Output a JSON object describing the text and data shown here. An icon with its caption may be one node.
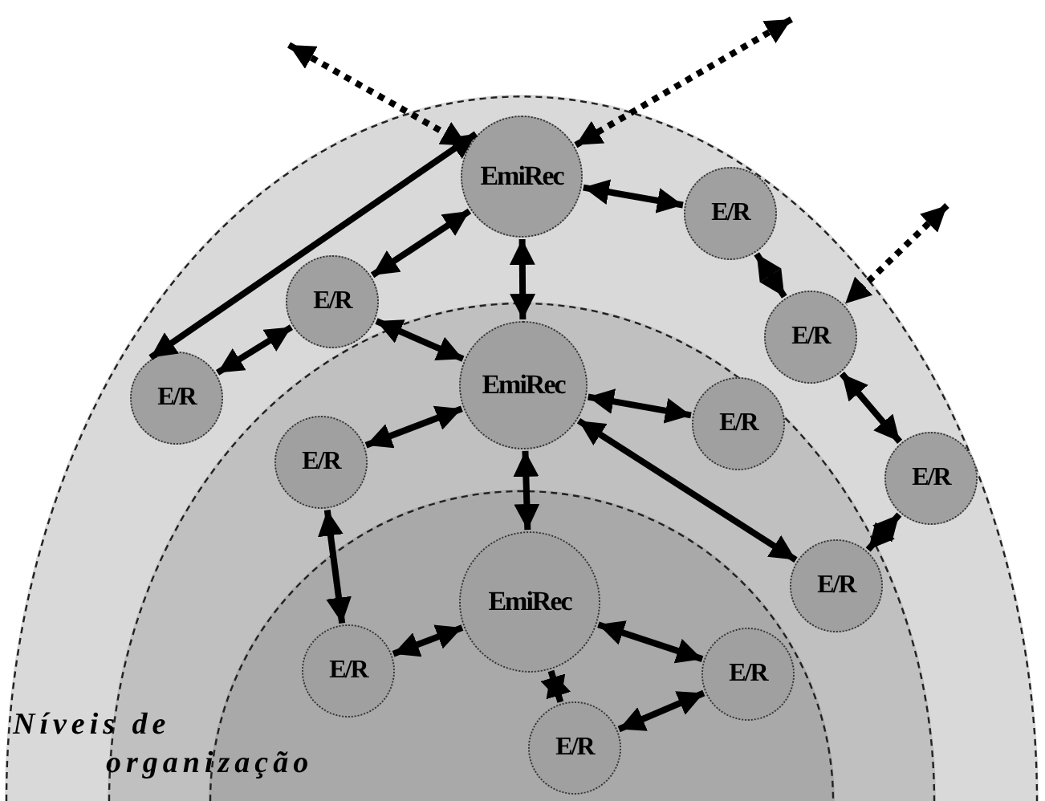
{
  "diagram": {
    "nodes": [
      {
        "text": [],
        "shape": "band"
      },
      {
        "text": [],
        "shape": "band",
        "in": 0
      },
      {
        "text": [],
        "shape": "band",
        "in": 1
      },
      {
        "text": [
          "EmiRec"
        ],
        "in": 0
      },
      {
        "text": [
          "E/R"
        ],
        "in": 0
      },
      {
        "text": [
          "E/R"
        ],
        "in": 0
      },
      {
        "text": [
          "E/R"
        ],
        "in": 0
      },
      {
        "text": [
          "E/R"
        ],
        "in": 0
      },
      {
        "text": [
          "E/R"
        ],
        "in": 0
      },
      {
        "text": [
          "EmiRec"
        ],
        "in": 1
      },
      {
        "text": [
          "E/R"
        ],
        "in": 1
      },
      {
        "text": [
          "E/R"
        ],
        "in": 1
      },
      {
        "text": [
          "E/R"
        ],
        "in": 1
      },
      {
        "text": [
          "EmiRec"
        ],
        "in": 2
      },
      {
        "text": [
          "E/R"
        ],
        "in": 2
      },
      {
        "text": [
          "E/R"
        ],
        "in": 2
      },
      {
        "text": [
          "E/R"
        ],
        "in": 2
      }
    ],
    "edges": [
      {
        "from": null,
        "to": 3,
        "arrow": "both",
        "style": "dashed"
      },
      {
        "from": null,
        "to": 3,
        "arrow": "both",
        "style": "dashed"
      },
      {
        "from": null,
        "to": 6,
        "arrow": "both",
        "style": "dashed"
      },
      {
        "from": 3,
        "to": 7,
        "arrow": "both"
      },
      {
        "from": 3,
        "to": 5,
        "arrow": "both"
      },
      {
        "from": 3,
        "to": 4,
        "arrow": "both"
      },
      {
        "from": 3,
        "to": 9,
        "arrow": "both"
      },
      {
        "from": 4,
        "to": 6,
        "arrow": "both"
      },
      {
        "from": 6,
        "to": 8,
        "arrow": "both"
      },
      {
        "from": 8,
        "to": 12,
        "arrow": "both"
      },
      {
        "from": 5,
        "to": 7,
        "arrow": "both"
      },
      {
        "from": 5,
        "to": 9,
        "arrow": "both"
      },
      {
        "from": 9,
        "to": 11,
        "arrow": "both"
      },
      {
        "from": 9,
        "to": 10,
        "arrow": "both"
      },
      {
        "from": 9,
        "to": 12,
        "arrow": "both"
      },
      {
        "from": 9,
        "to": 13,
        "arrow": "both"
      },
      {
        "from": 11,
        "to": 14,
        "arrow": "both"
      },
      {
        "from": 13,
        "to": 14,
        "arrow": "both"
      },
      {
        "from": 13,
        "to": 15,
        "arrow": "both"
      },
      {
        "from": 13,
        "to": 16,
        "arrow": "both"
      },
      {
        "from": 16,
        "to": 15,
        "arrow": "both"
      }
    ],
    "labels": [
      "Níveis de organização"
    ]
  }
}
